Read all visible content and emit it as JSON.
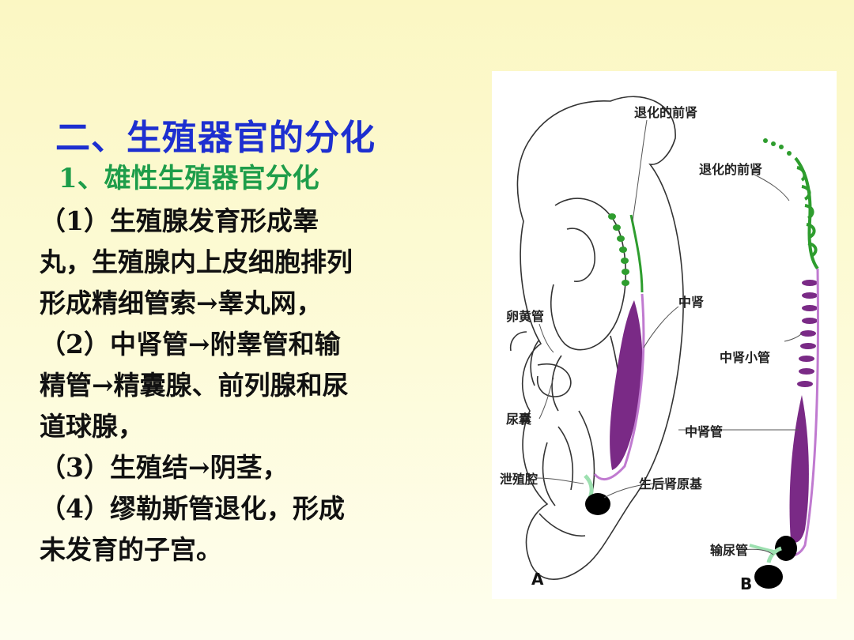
{
  "slide": {
    "title": "二、生殖器官的分化",
    "subtitle": "1、雄性生殖器官分化",
    "paragraphs": [
      "（1）生殖腺发育形成睾",
      "丸，生殖腺内上皮细胞排列",
      "形成精细管索→睾丸网，",
      "（2）中肾管→附睾管和输",
      "精管→精囊腺、前列腺和尿",
      "道球腺，",
      "（3）生殖结→阴茎，",
      "（4）缪勒斯管退化，形成",
      "未发育的子宫。"
    ]
  },
  "figure": {
    "labels": {
      "pronephros_a": "退化的前肾",
      "pronephros_b": "退化的前肾",
      "yolk_duct": "卵黄管",
      "mesonephros": "中肾",
      "mesonephric_tubule": "中肾小管",
      "allantois": "尿囊",
      "mesonephric_duct": "中肾管",
      "cloaca": "泄殖腔",
      "metanephric_blastema": "生后肾原基",
      "ureter": "输尿管",
      "panel_a": "A",
      "panel_b": "B"
    },
    "colors": {
      "pronephros": "#2e9d2e",
      "mesonephros": "#7a2a86",
      "ureter": "#9de0b0",
      "metanephros": "#000000",
      "duct": "#c07ad0"
    }
  }
}
